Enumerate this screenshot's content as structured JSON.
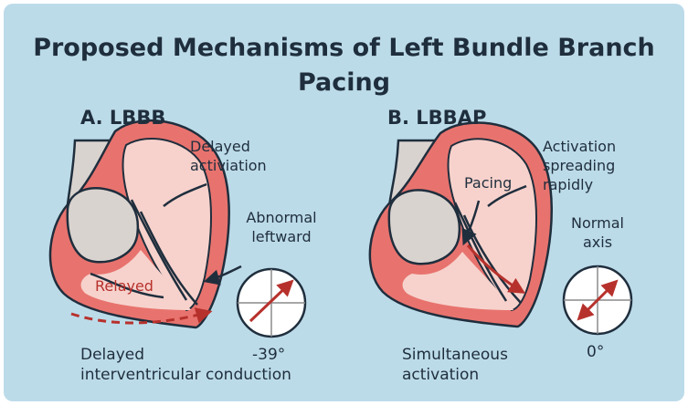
{
  "title_line1": "Proposed Mechanisms of Left Bundle Branch",
  "title_line2": "Pacing",
  "panel_a": {
    "title": "A. LBBB",
    "delayed_activation": [
      "Delayed",
      "activiation"
    ],
    "abnormal": [
      "Abnormal",
      "leftward"
    ],
    "relayed": "Relayed",
    "axis_value": "-39°",
    "bottom": [
      "Delayed",
      "interventricular conduction"
    ]
  },
  "panel_b": {
    "title": "B. LBBAP",
    "activation": [
      "Activation",
      "spreading",
      "rapidly"
    ],
    "pacing": "Pacing",
    "normal": [
      "Normal",
      "axis"
    ],
    "axis_value": "0°",
    "bottom": [
      "Simultaneous",
      "activation"
    ]
  },
  "colors": {
    "background": "#bcdbe9",
    "heart_wall": "#e8736e",
    "heart_inner": "#f7d2cc",
    "atrium": "#d9d3cf",
    "arrow_red": "#b7312c",
    "text": "#1f2e3d"
  }
}
